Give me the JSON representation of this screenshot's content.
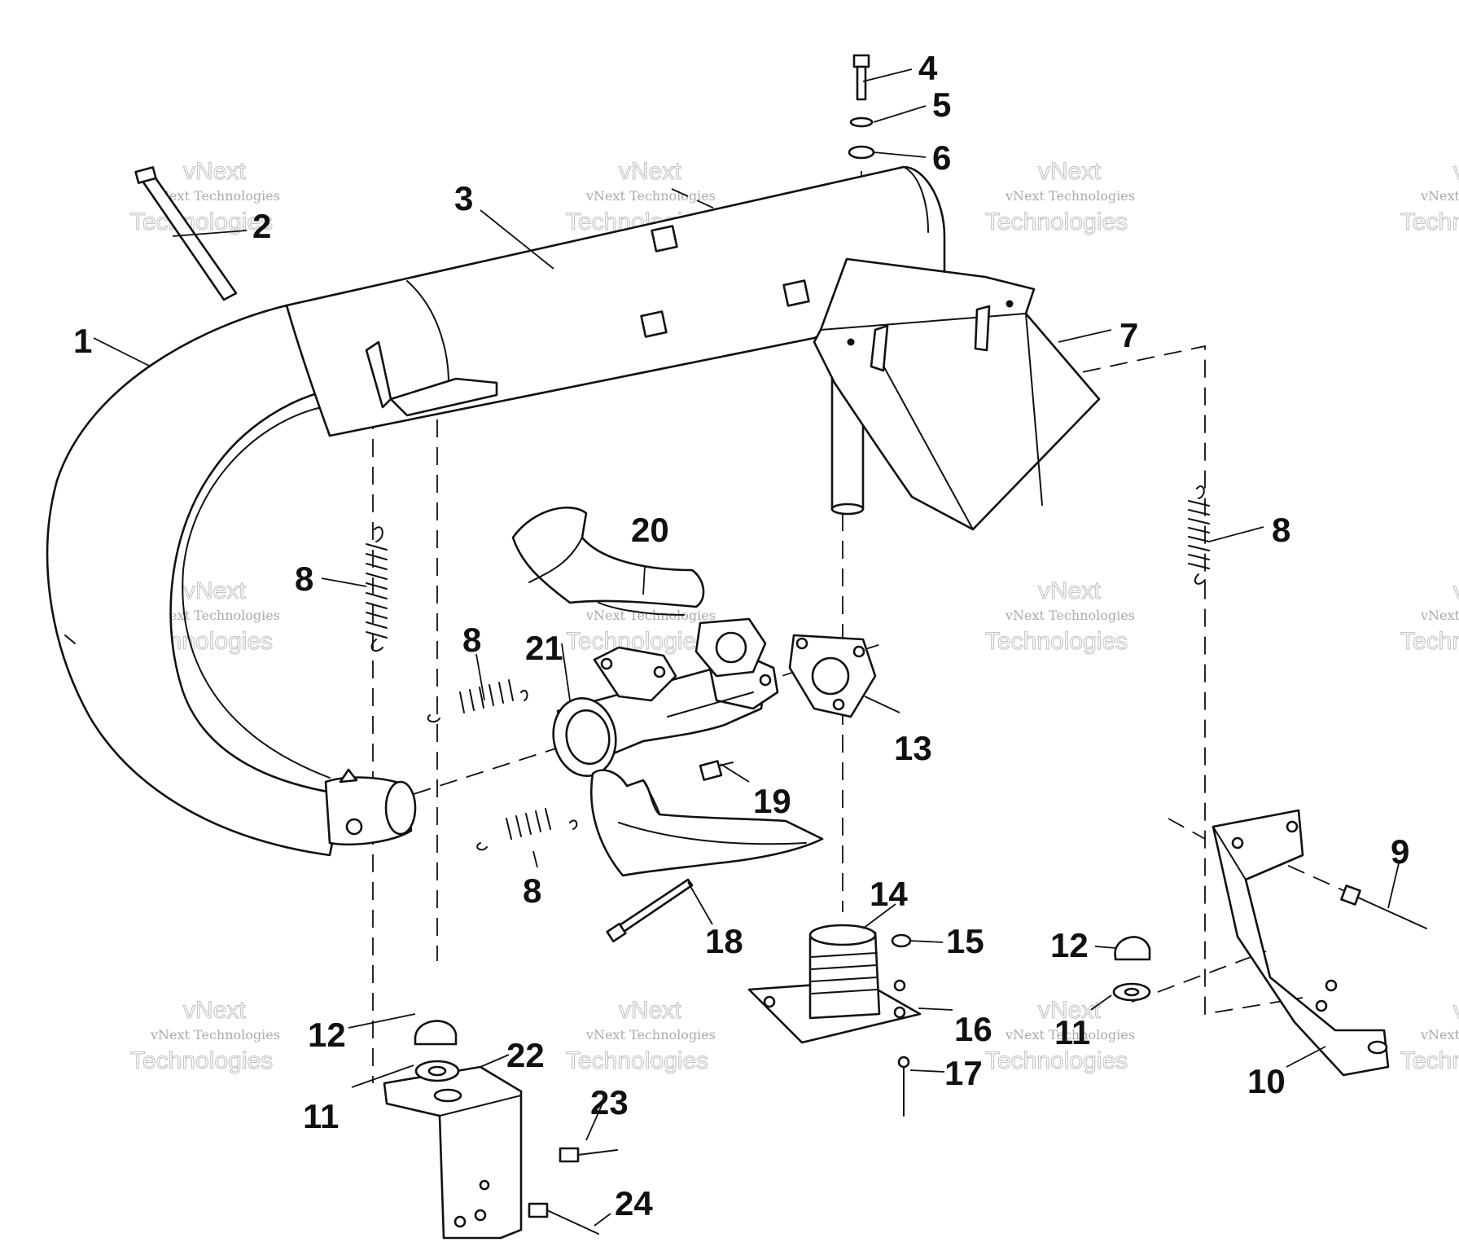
{
  "callouts": [
    {
      "label": "1"
    },
    {
      "label": "2"
    },
    {
      "label": "3"
    },
    {
      "label": "4"
    },
    {
      "label": "5"
    },
    {
      "label": "6"
    },
    {
      "label": "7"
    },
    {
      "label": "8"
    },
    {
      "label": "8"
    },
    {
      "label": "8"
    },
    {
      "label": "8"
    },
    {
      "label": "9"
    },
    {
      "label": "10"
    },
    {
      "label": "11"
    },
    {
      "label": "11"
    },
    {
      "label": "12"
    },
    {
      "label": "12"
    },
    {
      "label": "13"
    },
    {
      "label": "14"
    },
    {
      "label": "15"
    },
    {
      "label": "16"
    },
    {
      "label": "17"
    },
    {
      "label": "18"
    },
    {
      "label": "19"
    },
    {
      "label": "20"
    },
    {
      "label": "21"
    },
    {
      "label": "22"
    },
    {
      "label": "23"
    },
    {
      "label": "24"
    }
  ],
  "watermark": {
    "line1": "vNext Technologies",
    "line2": "vNext",
    "line3": "Technologies"
  }
}
